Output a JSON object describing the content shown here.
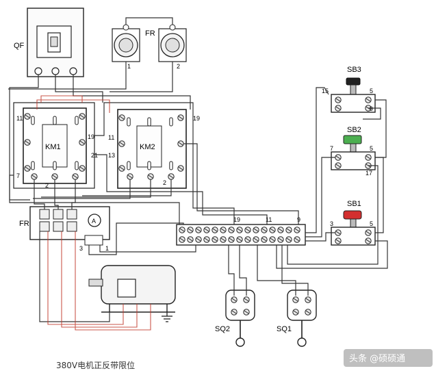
{
  "labels": {
    "qf": "QF",
    "fr_top": "FR",
    "fr_top_1": "1",
    "fr_top_2": "2",
    "km1": "KM1",
    "km2": "KM2",
    "fr_mid": "FR",
    "ammeter": "A",
    "sb1": "SB1",
    "sb2": "SB2",
    "sb3": "SB3",
    "sq1": "SQ1",
    "sq2": "SQ2"
  },
  "terminal_numbers": {
    "km1_11": "11",
    "km1_19": "19",
    "km1_21": "21",
    "km1_7": "7",
    "km1_2": "2",
    "km2_11": "11",
    "km2_13": "13",
    "km2_2": "2",
    "wire_19_right": "19",
    "strip_19": "19",
    "strip_11": "11",
    "strip_9": "9",
    "fr_3": "3",
    "fr_1": "1",
    "sb3_15": "15",
    "sb3_5": "5",
    "sb3_9": "9",
    "sb2_7": "7",
    "sb2_5": "5",
    "sb2_17": "17",
    "sb1_3": "3",
    "sb1_5": "5"
  },
  "caption": "380V电机正反带限位",
  "watermark": "头条 @硕硕通",
  "colors": {
    "wire": "#333333",
    "power_wire": "#c0392b",
    "sb1_button": "#d32f2f",
    "sb2_button": "#4caf50",
    "sb3_button": "#222222"
  }
}
